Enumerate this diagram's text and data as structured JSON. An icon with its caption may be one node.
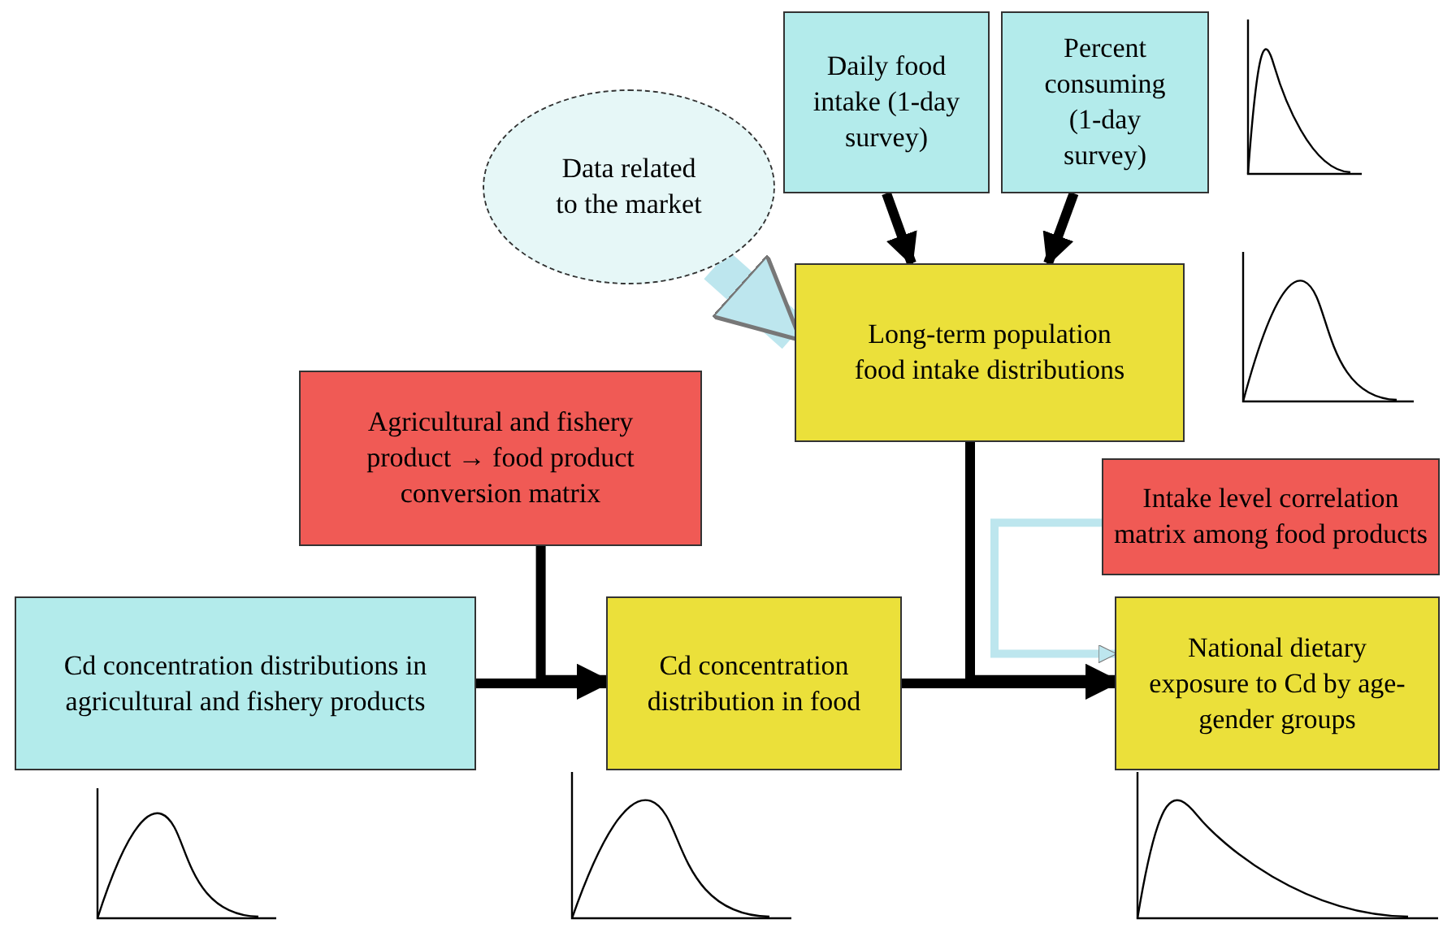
{
  "diagram": {
    "nodes": [
      {
        "text": [
          "Daily food intake (1-day survey)"
        ]
      },
      {
        "text": [
          "Percent consuming (1-day survey)"
        ]
      },
      {
        "text": [
          "Data related to the market"
        ]
      },
      {
        "text": [
          "Long-term population food intake distributions"
        ]
      },
      {
        "text": [
          "Agricultural and fishery product → food product conversion matrix"
        ]
      },
      {
        "text": [
          "Intake level correlation matrix among food products"
        ]
      },
      {
        "text": [
          "Cd concentration distributions in agricultural and fishery products"
        ]
      },
      {
        "text": [
          "Cd concentration distribution in food"
        ]
      },
      {
        "text": [
          "National dietary exposure to Cd by age-gender groups"
        ]
      }
    ],
    "edges": [
      {
        "from": 0,
        "to": 3,
        "arrow": "to"
      },
      {
        "from": 1,
        "to": 3,
        "arrow": "to"
      },
      {
        "from": 2,
        "to": 3,
        "arrow": "to",
        "style": "thick",
        "color": "#bde6ee"
      },
      {
        "from": 6,
        "to": 7,
        "arrow": "to"
      },
      {
        "from": 4,
        "to": 7,
        "arrow": "to"
      },
      {
        "from": 7,
        "to": 8,
        "arrow": "to"
      },
      {
        "from": 3,
        "to": 8,
        "arrow": "to"
      },
      {
        "from": 5,
        "to": 8,
        "arrow": "to",
        "color": "#bde6ee"
      }
    ]
  }
}
